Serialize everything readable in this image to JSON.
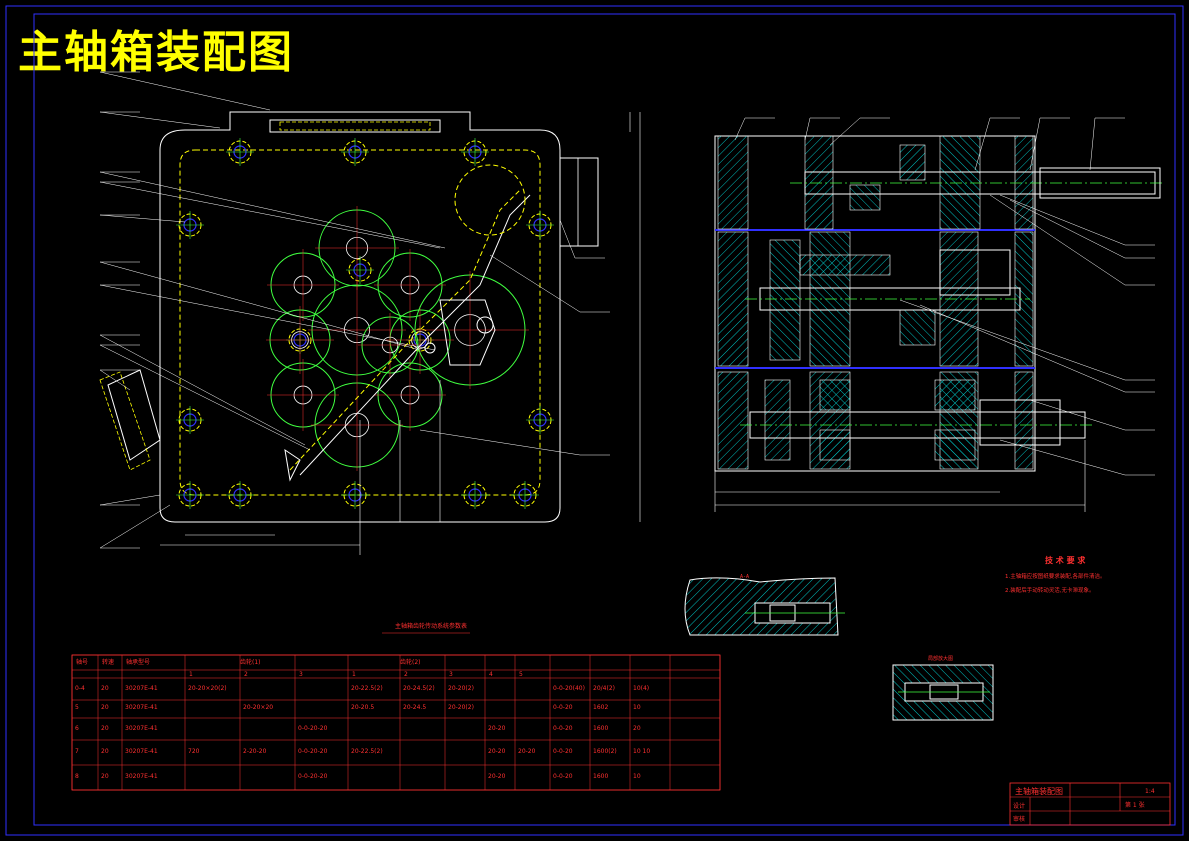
{
  "title": "主轴箱装配图",
  "tech_requirements": {
    "heading": "技 术 要 求",
    "items": [
      "1.主轴箱应按图纸要求装配,各部件清洁。",
      "2.装配后手动转动灵活,无卡滞现象。"
    ]
  },
  "table": {
    "caption": "主轴箱齿轮传动系统参数表",
    "headers": [
      "轴号",
      "转速",
      "轴承型号",
      "1",
      "2",
      "3",
      "1",
      "2",
      "3",
      "4",
      "5"
    ],
    "groups": [
      "齿轮(1)",
      "齿轮(2)"
    ],
    "rows": [
      [
        "0-4",
        "20",
        "30207E-41",
        "20-20×20(2)",
        "",
        "",
        "20-22.5(2)",
        "20-24.5(2)",
        "20-20(2)",
        "",
        "",
        "0-0-20(40)",
        "20/4(2)",
        "10(4)"
      ],
      [
        "5",
        "20",
        "30207E-41",
        "",
        "20-20×20",
        "",
        "20-20.5",
        "20-24.5",
        "20-20(2)",
        "",
        "",
        "0-0-20",
        "1602",
        "10"
      ],
      [
        "6",
        "20",
        "30207E-41",
        "",
        "",
        "0-0-20-20",
        "",
        "",
        "",
        "20-20",
        "",
        "0-0-20",
        "1600",
        "20"
      ],
      [
        "7",
        "20",
        "30207E-41",
        "720",
        "2-20-20",
        "0-0-20-20",
        "20-22.5(2)",
        "",
        "",
        "20-20",
        "20-20",
        "0-0-20",
        "1600(2)",
        "10 10"
      ],
      [
        "8",
        "20",
        "30207E-41",
        "",
        "",
        "0-0-20-20",
        "",
        "",
        "",
        "20-20",
        "",
        "0-0-20",
        "1600",
        "10"
      ]
    ]
  },
  "title_block": {
    "name": "主轴箱装配图",
    "rows": [
      "设计",
      "审核"
    ],
    "scale": "1:4",
    "sheet": "第 1 张"
  },
  "section_labels": {
    "a": "A-A",
    "b": "局部放大图"
  },
  "colors": {
    "frame": "#3030ff",
    "outline": "#ffffff",
    "gear": "#40ff40",
    "hidden": "#ffff00",
    "dim": "#ff3030",
    "hatch": "#00c0c0"
  }
}
